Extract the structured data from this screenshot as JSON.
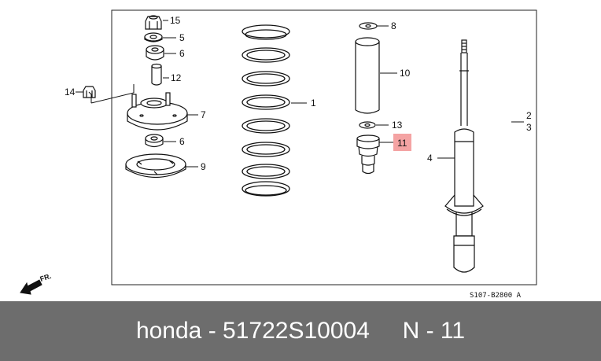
{
  "parts": [
    {
      "id": "p15",
      "number": "15"
    },
    {
      "id": "p5",
      "number": "5"
    },
    {
      "id": "p6a",
      "number": "6"
    },
    {
      "id": "p12",
      "number": "12"
    },
    {
      "id": "p14",
      "number": "14"
    },
    {
      "id": "p7",
      "number": "7"
    },
    {
      "id": "p6b",
      "number": "6"
    },
    {
      "id": "p9",
      "number": "9"
    },
    {
      "id": "p1",
      "number": "1"
    },
    {
      "id": "p8",
      "number": "8"
    },
    {
      "id": "p10",
      "number": "10"
    },
    {
      "id": "p13",
      "number": "13"
    },
    {
      "id": "p11",
      "number": "11",
      "highlighted": true
    },
    {
      "id": "p2",
      "number": "2"
    },
    {
      "id": "p3",
      "number": "3"
    },
    {
      "id": "p4",
      "number": "4"
    }
  ],
  "direction_label": "FR.",
  "reference_code": "S107-B2800 A",
  "caption": {
    "brand": "honda",
    "separator": " - ",
    "part_number": "51722S10004",
    "gap": "     ",
    "ref_label": "N - 11"
  },
  "colors": {
    "caption_bg": "#6d6d6d",
    "caption_text": "#ffffff",
    "highlight_bg": "#f4a3a3",
    "line": "#111111"
  },
  "labels": {
    "p15": "15",
    "p5": "5",
    "p6a": "6",
    "p12": "12",
    "p14": "14",
    "p7": "7",
    "p6b": "6",
    "p9": "9",
    "p1": "1",
    "p8": "8",
    "p10": "10",
    "p13": "13",
    "p11": "11",
    "p2": "2",
    "p3": "3",
    "p4": "4"
  }
}
